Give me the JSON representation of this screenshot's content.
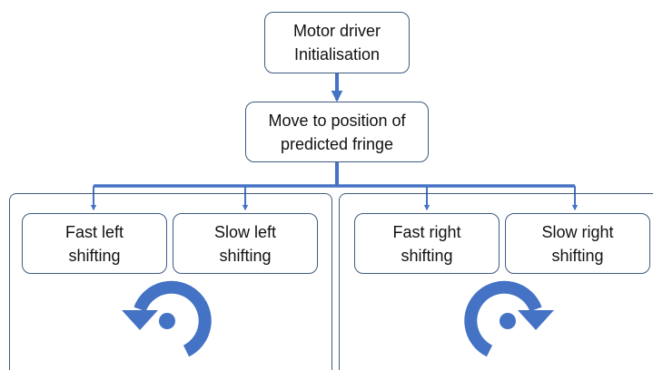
{
  "colors": {
    "connector": "#4472c4",
    "node_border": "#3e5a82",
    "rotation_icon": "#4472c4",
    "text": "#111111"
  },
  "nodes": {
    "init": {
      "line1": "Motor driver",
      "line2": "Initialisation"
    },
    "predicted": {
      "line1": "Move to position of",
      "line2": "predicted fringe"
    },
    "fast_left": {
      "line1": "Fast left",
      "line2": "shifting"
    },
    "slow_left": {
      "line1": "Slow left",
      "line2": "shifting"
    },
    "fast_right": {
      "line1": "Fast right",
      "line2": "shifting"
    },
    "slow_right": {
      "line1": "Slow right",
      "line2": "shifting"
    }
  },
  "icons": {
    "left_panel": "counterclockwise-rotation-icon",
    "right_panel": "clockwise-rotation-icon"
  }
}
